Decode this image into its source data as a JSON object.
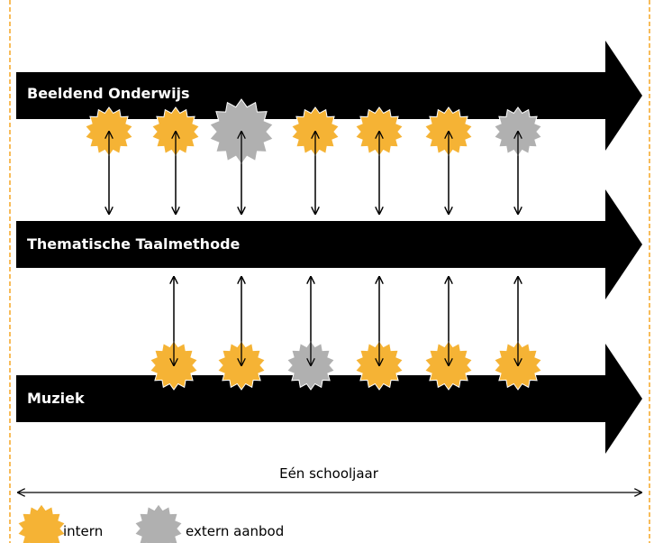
{
  "lanes": [
    {
      "label": "Beeldend Onderwijs"
    },
    {
      "label": "Thematische Taalmethode"
    },
    {
      "label": "Muziek"
    }
  ],
  "timeline_label": "Eén schooljaar",
  "legend": {
    "intern": "intern",
    "extern": "extern aanbod"
  },
  "colors": {
    "intern": "#F5B335",
    "extern": "#B0B0B0",
    "lane": "#000000",
    "frame": "#F5A623"
  },
  "top_row": [
    "intern",
    "intern",
    "extern",
    "intern",
    "intern",
    "intern",
    "extern"
  ],
  "bottom_row": [
    "intern",
    "intern",
    "extern",
    "intern",
    "intern",
    "intern"
  ],
  "icons": {
    "star": "starburst-icon",
    "arrow": "double-arrow-icon"
  }
}
